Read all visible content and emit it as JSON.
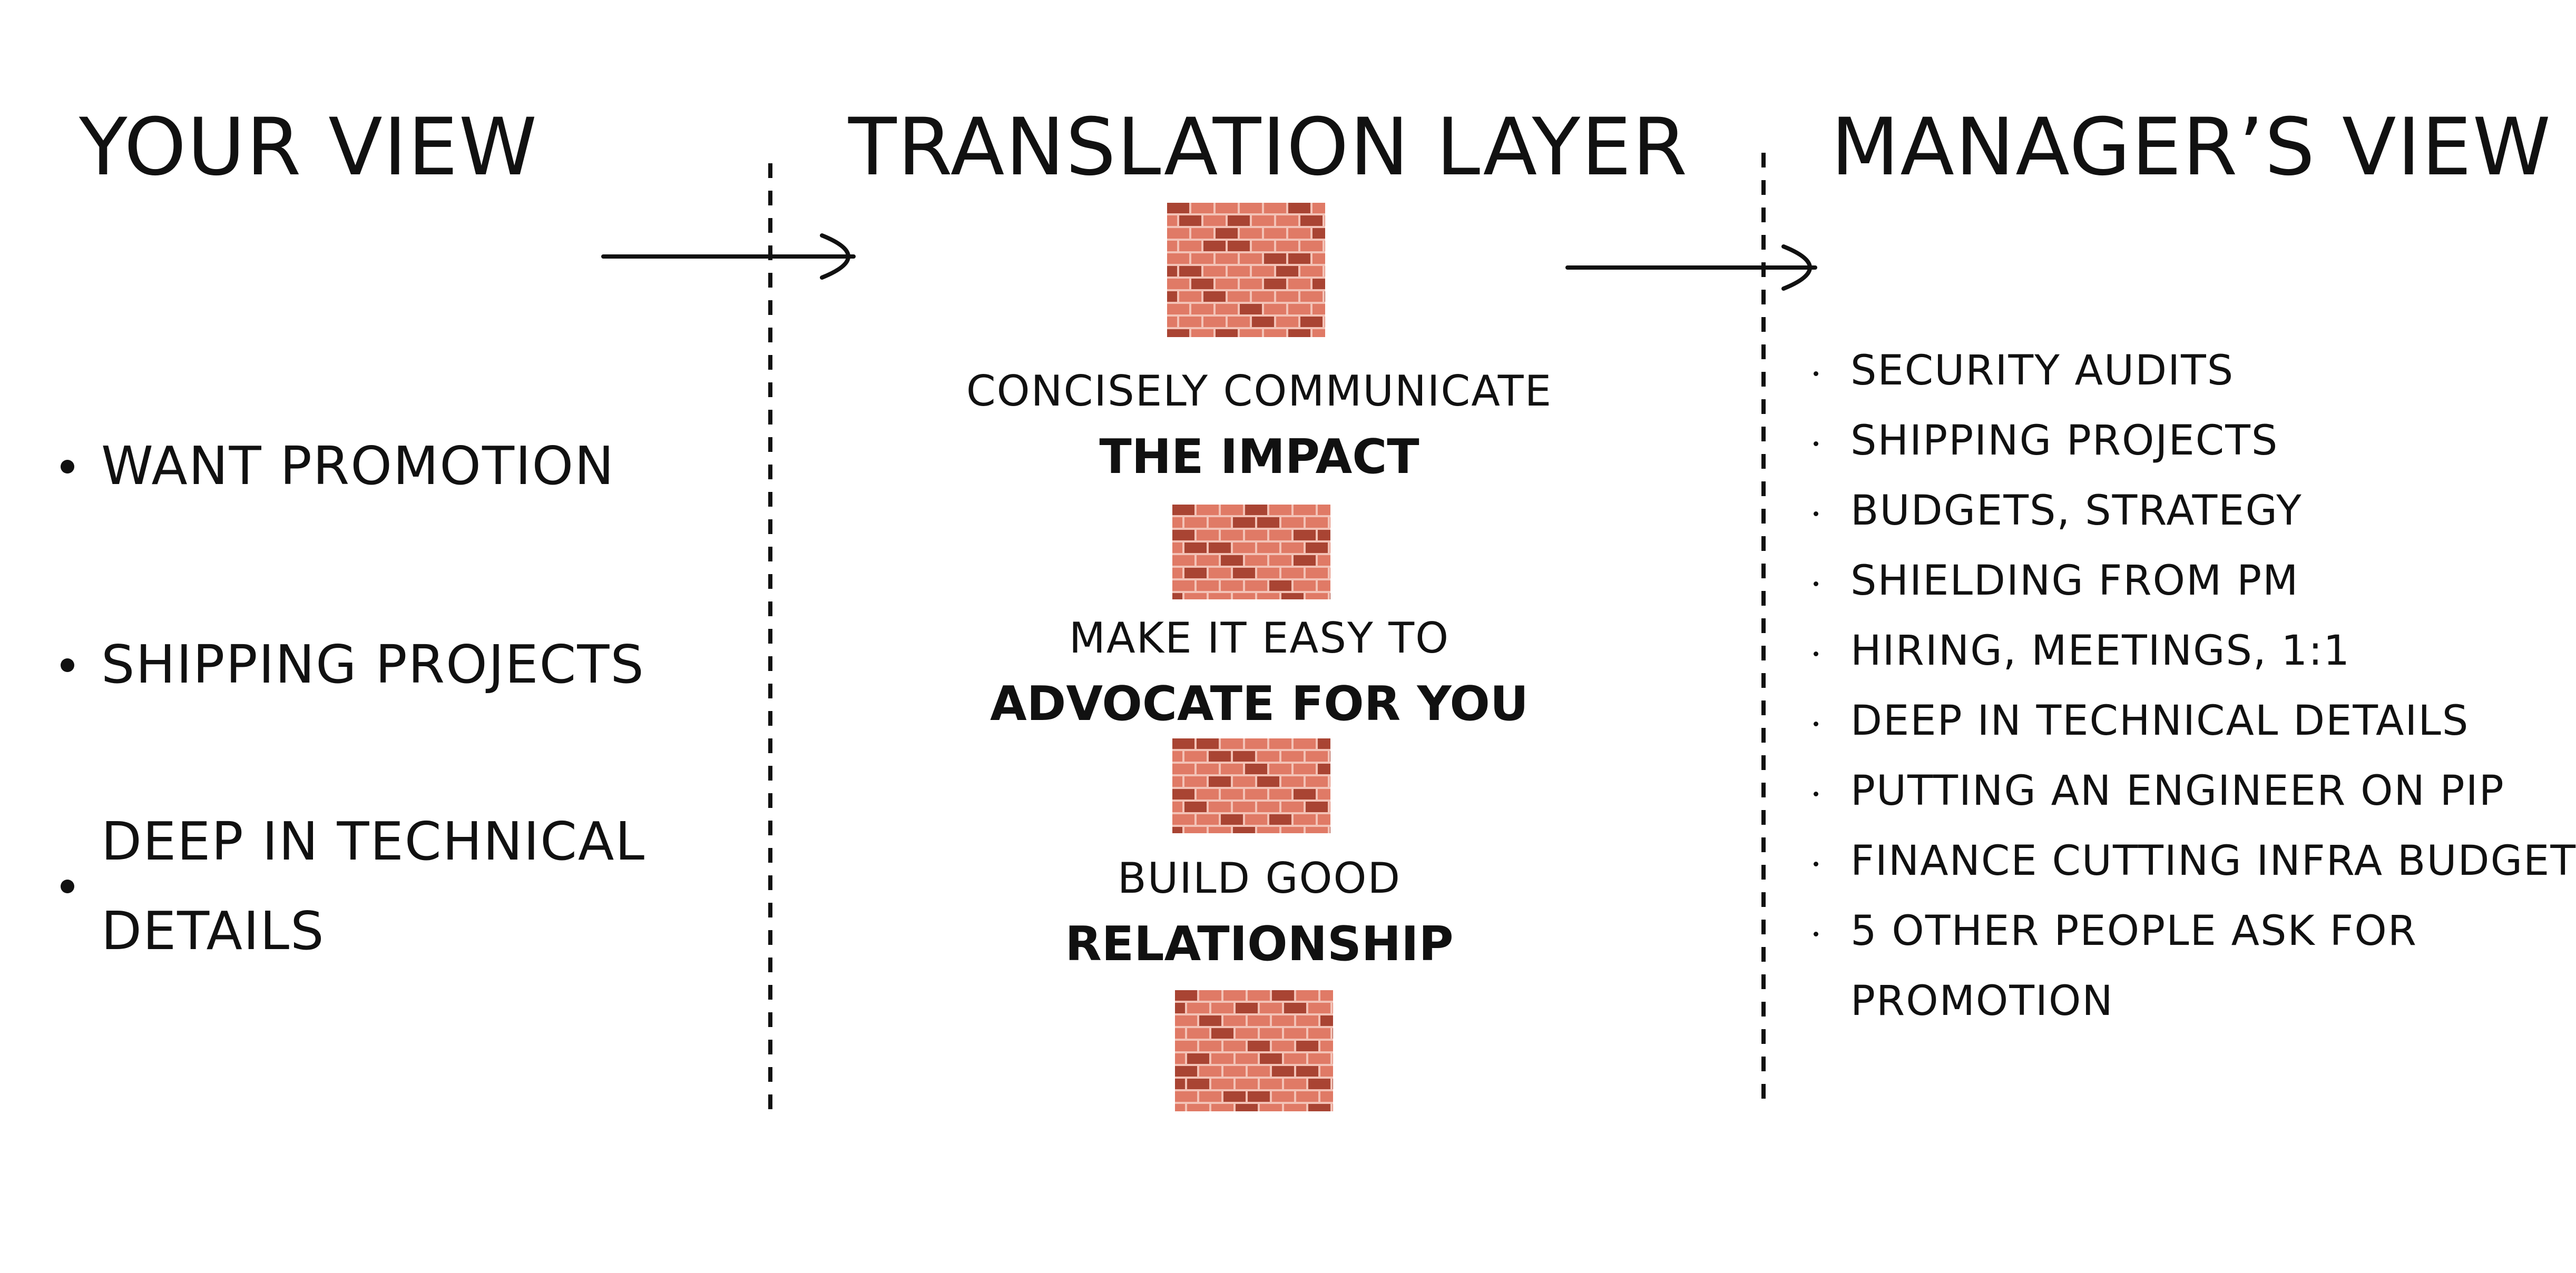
{
  "columns": {
    "left_title": "YOUR VIEW",
    "middle_title": "TRANSLATION LAYER",
    "right_title": "MANAGER’S VIEW"
  },
  "left_items": [
    "WANT PROMOTION",
    "SHIPPING PROJECTS",
    "DEEP IN TECHNICAL",
    "DETAILS"
  ],
  "middle_items": [
    {
      "top": "CONCISELY COMMUNICATE",
      "bold": "THE IMPACT"
    },
    {
      "top": "MAKE IT EASY TO",
      "bold": "ADVOCATE FOR YOU"
    },
    {
      "top": "BUILD GOOD",
      "bold": "RELATIONSHIP"
    }
  ],
  "right_items": [
    "SECURITY AUDITS",
    "SHIPPING PROJECTS",
    "BUDGETS, STRATEGY",
    "SHIELDING FROM PM",
    "HIRING, MEETINGS, 1:1",
    "DEEP IN TECHNICAL DETAILS",
    "PUTTING AN ENGINEER ON PIP",
    "FINANCE CUTTING INFRA BUDGET",
    "5 OTHER PEOPLE ASK FOR",
    "PROMOTION"
  ],
  "colors": {
    "text": "#111111",
    "brick_light": "#e07a66",
    "brick_dark": "#a94433",
    "mortar": "#f3c2b6"
  },
  "icons": {
    "arrow": "right-arrow-icon",
    "wall": "brick-wall-icon"
  }
}
